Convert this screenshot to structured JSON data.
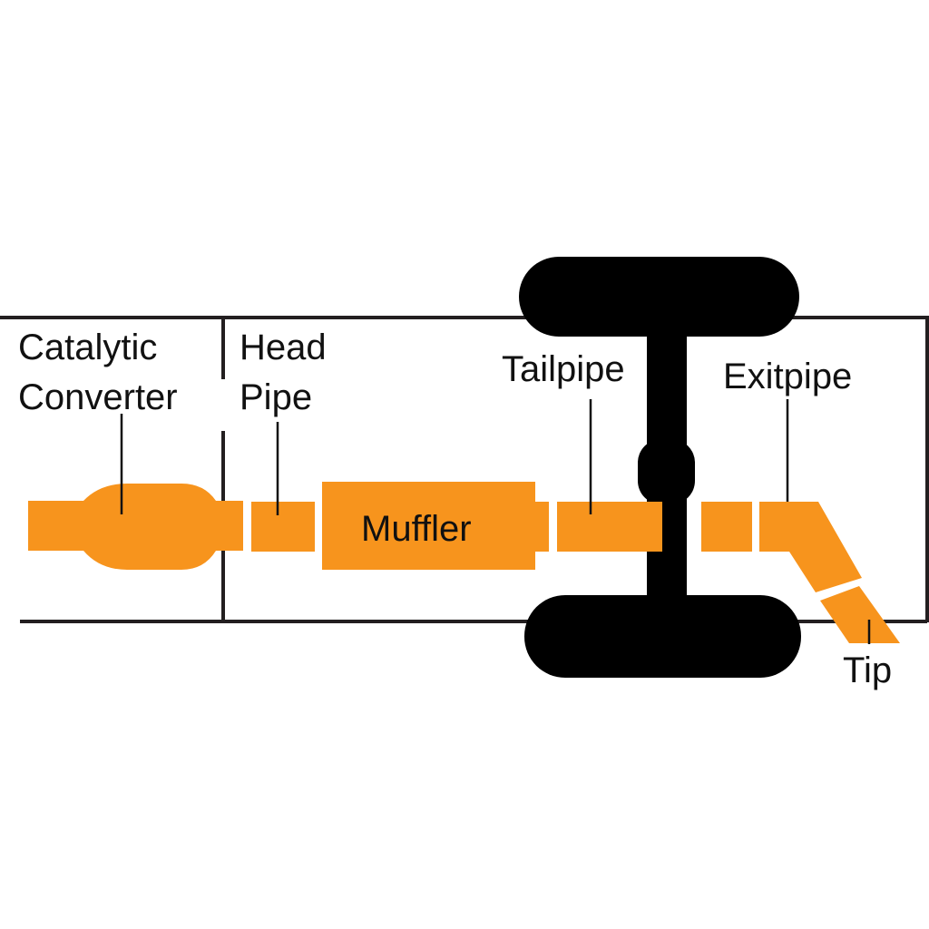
{
  "colors": {
    "pipe": "#F7941D",
    "chassis": "#000000",
    "frame": "#231F20"
  },
  "labels": {
    "catalytic_line1": "Catalytic",
    "catalytic_line2": "Converter",
    "head_line1": "Head",
    "head_line2": "Pipe",
    "muffler": "Muffler",
    "tailpipe": "Tailpipe",
    "exitpipe": "Exitpipe",
    "tip": "Tip"
  }
}
